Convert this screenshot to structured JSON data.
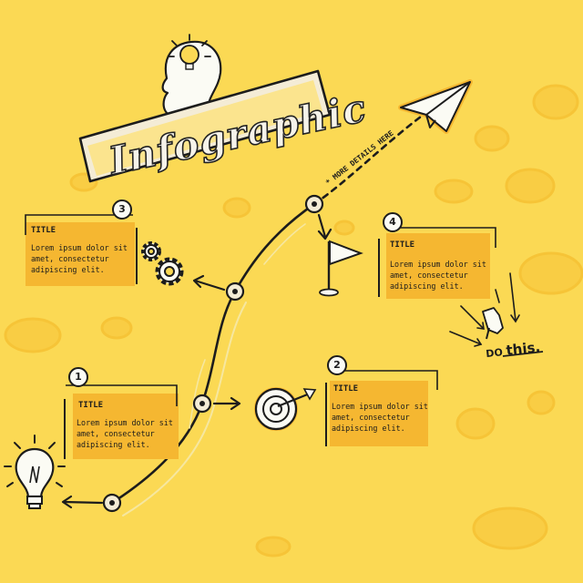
{
  "banner": {
    "title": "Infographic"
  },
  "path_note": "* MORE DETAILS HERE",
  "call_to_action": {
    "word1": "DO",
    "word2": "this."
  },
  "steps": [
    {
      "number": "1",
      "title": "TITLE",
      "body": [
        "Lorem ipsum dolor sit",
        "amet, consectetur",
        "adipiscing elit."
      ],
      "icon": "lightbulb-icon"
    },
    {
      "number": "2",
      "title": "TITLE",
      "body": [
        "Lorem ipsum dolor sit",
        "amet, consectetur",
        "adipiscing elit."
      ],
      "icon": "target-icon"
    },
    {
      "number": "3",
      "title": "TITLE",
      "body": [
        "Lorem ipsum dolor sit",
        "amet, consectetur",
        "adipiscing elit."
      ],
      "icon": "gears-icon"
    },
    {
      "number": "4",
      "title": "TITLE",
      "body": [
        "Lorem ipsum dolor sit",
        "amet, consectetur",
        "adipiscing elit."
      ],
      "icon": "flag-icon"
    }
  ],
  "icons": {
    "header": "head-with-lightbulb-icon",
    "goal": "paper-plane-icon",
    "pointer": "pointing-hand-icon"
  },
  "colors": {
    "background": "#fbd954",
    "card": "#f5b731",
    "blob": "#f9cd44",
    "ink": "#1c1c1c",
    "banner": "#fbe48e"
  }
}
